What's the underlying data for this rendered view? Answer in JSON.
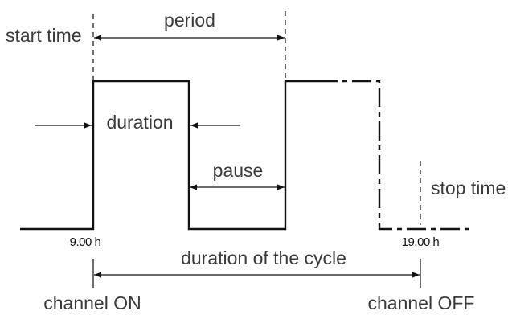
{
  "labels": {
    "start_time": "start time",
    "period": "period",
    "duration": "duration",
    "pause": "pause",
    "stop_time": "stop time",
    "duration_of_cycle": "duration of the cycle",
    "channel_on": "channel ON",
    "channel_off": "channel OFF"
  },
  "ticks": {
    "start": "9.00 h",
    "stop": "19.00 h"
  }
}
